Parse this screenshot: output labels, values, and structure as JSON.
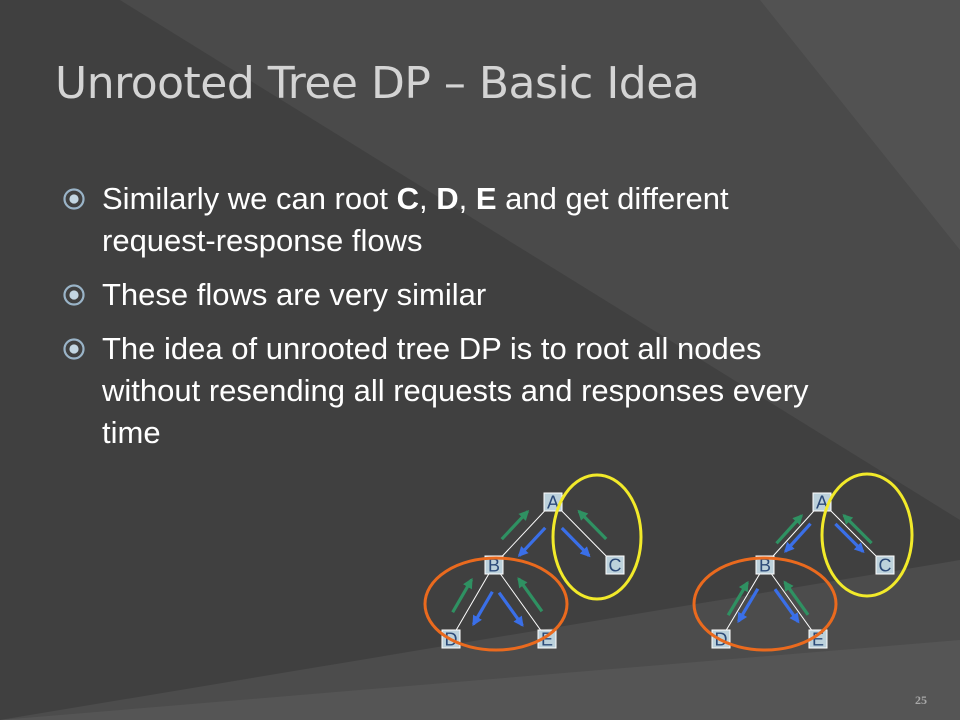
{
  "slide": {
    "title": "Unrooted Tree DP – Basic Idea",
    "page_number": "25",
    "bullets": [
      {
        "parts": [
          {
            "text": "Similarly we can root ",
            "bold": false
          },
          {
            "text": "C",
            "bold": true
          },
          {
            "text": ", ",
            "bold": false
          },
          {
            "text": "D",
            "bold": true
          },
          {
            "text": ", ",
            "bold": false
          },
          {
            "text": "E",
            "bold": true
          },
          {
            "text": " and get different request-response flows",
            "bold": false
          }
        ]
      },
      {
        "parts": [
          {
            "text": "These flows are very similar",
            "bold": false
          }
        ]
      },
      {
        "parts": [
          {
            "text": "The idea of unrooted tree DP is to root all nodes without resending all requests and responses every time",
            "bold": false
          }
        ]
      }
    ],
    "icons": {
      "bullet": "circled-dot-bullet-icon"
    }
  },
  "colors": {
    "background": "#404040",
    "title": "#d4d4d4",
    "text": "#ffffff",
    "request_arrow": "#3a6fe8",
    "response_arrow": "#2f9162",
    "ellipse_yellow": "#f2ea2a",
    "ellipse_orange": "#ea6a1e",
    "node_fill": "#bcd1db"
  },
  "diagrams": [
    {
      "nodes": [
        {
          "id": "A",
          "label": "A"
        },
        {
          "id": "B",
          "label": "B"
        },
        {
          "id": "C",
          "label": "C"
        },
        {
          "id": "D",
          "label": "D"
        },
        {
          "id": "E",
          "label": "E"
        }
      ],
      "edges": [
        [
          "A",
          "B"
        ],
        [
          "A",
          "C"
        ],
        [
          "B",
          "D"
        ],
        [
          "B",
          "E"
        ]
      ],
      "arrows": [
        {
          "from": "A",
          "to": "B",
          "kind": "request"
        },
        {
          "from": "B",
          "to": "A",
          "kind": "response"
        },
        {
          "from": "A",
          "to": "C",
          "kind": "request"
        },
        {
          "from": "C",
          "to": "A",
          "kind": "response"
        },
        {
          "from": "B",
          "to": "D",
          "kind": "request"
        },
        {
          "from": "D",
          "to": "B",
          "kind": "response"
        },
        {
          "from": "B",
          "to": "E",
          "kind": "request"
        },
        {
          "from": "E",
          "to": "B",
          "kind": "response"
        }
      ],
      "groups": [
        {
          "color": "yellow",
          "nodes": [
            "C"
          ]
        },
        {
          "color": "orange",
          "nodes": [
            "B",
            "D",
            "E"
          ]
        }
      ]
    },
    {
      "nodes": [
        {
          "id": "A",
          "label": "A"
        },
        {
          "id": "B",
          "label": "B"
        },
        {
          "id": "C",
          "label": "C"
        },
        {
          "id": "D",
          "label": "D"
        },
        {
          "id": "E",
          "label": "E"
        }
      ],
      "edges": [
        [
          "A",
          "B"
        ],
        [
          "A",
          "C"
        ],
        [
          "B",
          "D"
        ],
        [
          "B",
          "E"
        ]
      ],
      "arrows": [
        {
          "from": "A",
          "to": "B",
          "kind": "request"
        },
        {
          "from": "B",
          "to": "A",
          "kind": "response"
        },
        {
          "from": "A",
          "to": "C",
          "kind": "request"
        },
        {
          "from": "C",
          "to": "A",
          "kind": "response"
        },
        {
          "from": "B",
          "to": "D",
          "kind": "request"
        },
        {
          "from": "D",
          "to": "B",
          "kind": "response"
        },
        {
          "from": "B",
          "to": "E",
          "kind": "request"
        },
        {
          "from": "E",
          "to": "B",
          "kind": "response"
        }
      ],
      "groups": [
        {
          "color": "yellow",
          "nodes": [
            "C"
          ]
        },
        {
          "color": "orange",
          "nodes": [
            "B",
            "D",
            "E"
          ]
        }
      ]
    }
  ]
}
